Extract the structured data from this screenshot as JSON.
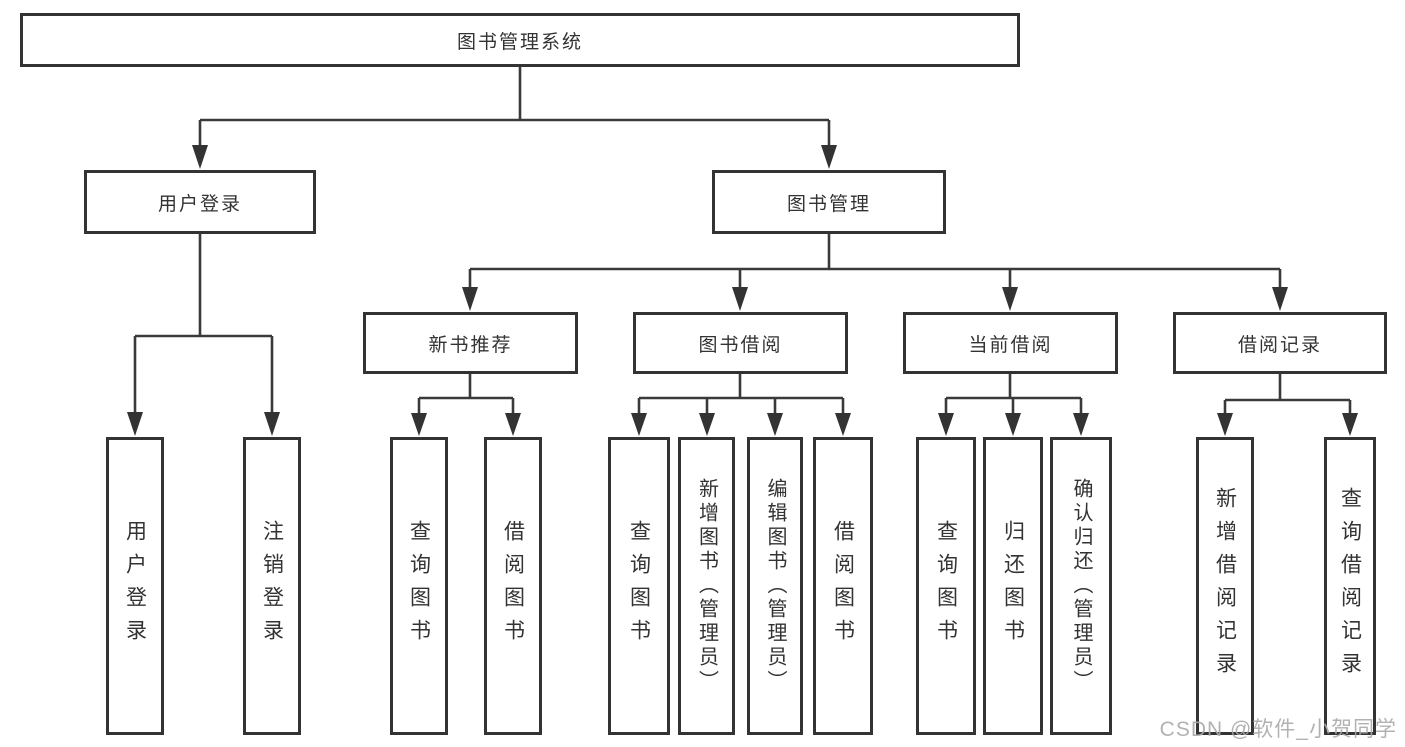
{
  "diagram": {
    "tree": {
      "root": {
        "label": "图书管理系统"
      },
      "children": [
        {
          "label": "用户登录",
          "children": [
            {
              "label": "用户登录"
            },
            {
              "label": "注销登录"
            }
          ]
        },
        {
          "label": "图书管理",
          "children": [
            {
              "label": "新书推荐",
              "children": [
                {
                  "label": "查询图书"
                },
                {
                  "label": "借阅图书"
                }
              ]
            },
            {
              "label": "图书借阅",
              "children": [
                {
                  "label": "查询图书"
                },
                {
                  "label": "新增图书（管理员）"
                },
                {
                  "label": "编辑图书（管理员）"
                },
                {
                  "label": "借阅图书"
                }
              ]
            },
            {
              "label": "当前借阅",
              "children": [
                {
                  "label": "查询图书"
                },
                {
                  "label": "归还图书"
                },
                {
                  "label": "确认归还（管理员）"
                }
              ]
            },
            {
              "label": "借阅记录",
              "children": [
                {
                  "label": "新增借阅记录"
                },
                {
                  "label": "查询借阅记录"
                }
              ]
            }
          ]
        }
      ]
    },
    "colors": {
      "line": "#3a3a3a",
      "border": "#333333",
      "text": "#333333",
      "background": "#ffffff",
      "watermark": "#aaaaaa"
    },
    "watermark": {
      "text": "CSDN @软件_小贺同学"
    }
  }
}
